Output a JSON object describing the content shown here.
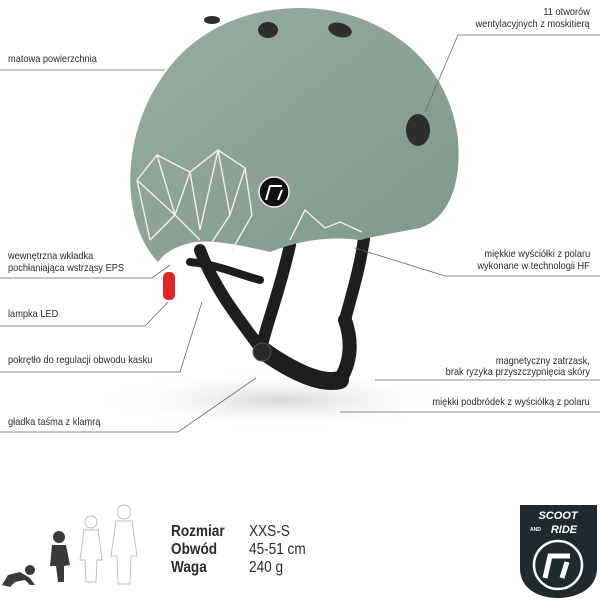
{
  "callouts": {
    "matte_surface": "matowa powierzchnia",
    "vents_line1": "11 otworów",
    "vents_line2": "wentylacyjnych z moskitierą",
    "eps_line1": "wewnętrzna wkładka",
    "eps_line2": "pochłaniająca wstrząsy EPS",
    "padding_line1": "miękkie wyściółki z polaru",
    "padding_line2": "wykonane w technologii HF",
    "led": "lampka LED",
    "dial": "pokrętło do regulacji obwodu kasku",
    "magnet_line1": "magnetyczny zatrzask,",
    "magnet_line2": "brak  ryzyka przyszczypnięcia skóry",
    "chin": "miękki podbródek z wyściółką z polaru",
    "strap": "gładka taśma z klamrą"
  },
  "specs": [
    {
      "label": "Rozmiar",
      "value": "XXS-S"
    },
    {
      "label": "Obwód",
      "value": "45-51 cm"
    },
    {
      "label": "Waga",
      "value": "240 g"
    }
  ],
  "logo": {
    "text_top": "SCOOT",
    "text_and": "AND",
    "text_bottom": "RIDE"
  },
  "colors": {
    "helmet": "#8da595",
    "strap": "#1e1e1e",
    "logo_bg": "#1f2a30",
    "led": "#e0262a"
  }
}
